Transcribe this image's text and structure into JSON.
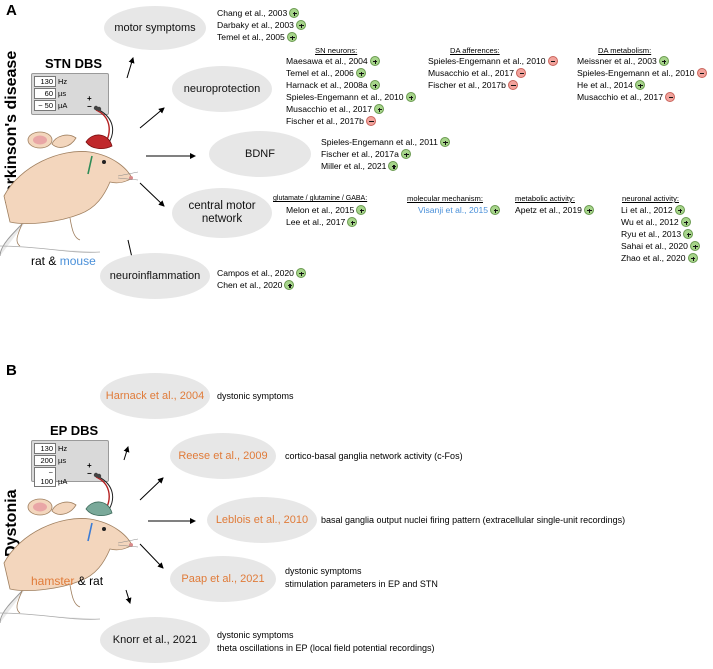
{
  "panel_a": {
    "letter": "A",
    "side_label": "Parkinson's disease",
    "dbs_title": "STN DBS",
    "stim": [
      {
        "value": "130",
        "unit": "Hz"
      },
      {
        "value": "60",
        "unit": "µs"
      },
      {
        "value": "~ 50",
        "unit": "µA"
      }
    ],
    "polarity_plus": "+",
    "polarity_minus": "−",
    "species_rat": "rat",
    "species_amp": "&",
    "species_mouse": "mouse",
    "ellipses": {
      "motor": "motor symptoms",
      "neuroprotection": "neuroprotection",
      "bdnf": "BDNF",
      "central1": "central motor",
      "central2": "network",
      "neuroinflammation": "neuroinflammation"
    },
    "motor_refs": [
      "Chang et al., 2003",
      "Darbaky et al., 2003",
      "Temel et al., 2005"
    ],
    "sn_header": "SN neurons:",
    "sn_refs": [
      "Maesawa et al., 2004",
      "Temel et al., 2006",
      "Harnack et al., 2008a",
      "Spieles-Engemann et al., 2010",
      "Musacchio et al., 2017",
      "Fischer et al., 2017b"
    ],
    "da_aff_header": "DA afferences:",
    "da_aff_refs": [
      "Spieles-Engemann et al., 2010",
      "Musacchio et al., 2017",
      "Fischer et al., 2017b"
    ],
    "da_met_header": "DA metabolism:",
    "da_met_refs": [
      "Meissner et al., 2003",
      "Spieles-Engemann et al., 2010",
      "He et al., 2014",
      "Musacchio et al., 2017"
    ],
    "bdnf_refs": [
      "Spieles-Engemann et al., 2011",
      "Fischer et al., 2017a",
      "Miller et al., 2021"
    ],
    "glut_header": "glutamate / glutamine / GABA:",
    "glut_refs": [
      "Melon et al., 2015",
      "Lee et al., 2017"
    ],
    "mol_header": "molecular mechanism:",
    "mol_ref": "Visanji et al., 2015",
    "metab_header": "metabolic activity:",
    "metab_ref": "Apetz et al., 2019",
    "neur_header": "neuronal activity:",
    "neur_refs": [
      "Li et al., 2012",
      "Wu et al., 2012",
      "Ryu et al., 2013",
      "Sahai et al., 2020",
      "Zhao et al., 2020"
    ],
    "neuroinfl_refs": [
      "Campos et al., 2020",
      "Chen et al., 2020"
    ]
  },
  "panel_b": {
    "letter": "B",
    "side_label": "Dystonia",
    "dbs_title": "EP DBS",
    "stim": [
      {
        "value": "130",
        "unit": "Hz"
      },
      {
        "value": "200",
        "unit": "µs"
      },
      {
        "value": "~ 100",
        "unit": "µA"
      }
    ],
    "polarity_plus": "+",
    "polarity_minus": "−",
    "species_hamster": "hamster",
    "species_amp": "&",
    "species_rat": "rat",
    "ellipses": {
      "harnack": "Harnack et al., 2004",
      "reese": "Reese et al., 2009",
      "leblois": "Leblois et al., 2010",
      "paap": "Paap et al., 2021",
      "knorr": "Knorr et al., 2021"
    },
    "harnack_text": "dystonic symptoms",
    "reese_text": "cortico-basal ganglia network activity (c-Fos)",
    "leblois_text": "basal ganglia output nuclei firing pattern (extracellular single-unit recordings)",
    "paap_text": [
      "dystonic symptoms",
      "stimulation parameters in EP and STN"
    ],
    "knorr_text": [
      "dystonic symptoms",
      "theta oscillations in EP (local field potential recordings)"
    ]
  },
  "colors": {
    "ellipse_fill": "#e7e7e7",
    "plus_badge": "#a6d48a",
    "minus_badge": "#f2a39c",
    "orange_text": "#e07b39",
    "blue_text": "#4a90d9",
    "stim_device": "#d9d9d9",
    "electrode_cap_pd": "#c0282b",
    "electrode_cap_dys": "#7aa99a"
  },
  "icons": [
    "rat-illustration",
    "hamster-illustration",
    "stimulator-device",
    "plus-badge-icon",
    "minus-badge-icon",
    "arrow-icon"
  ]
}
